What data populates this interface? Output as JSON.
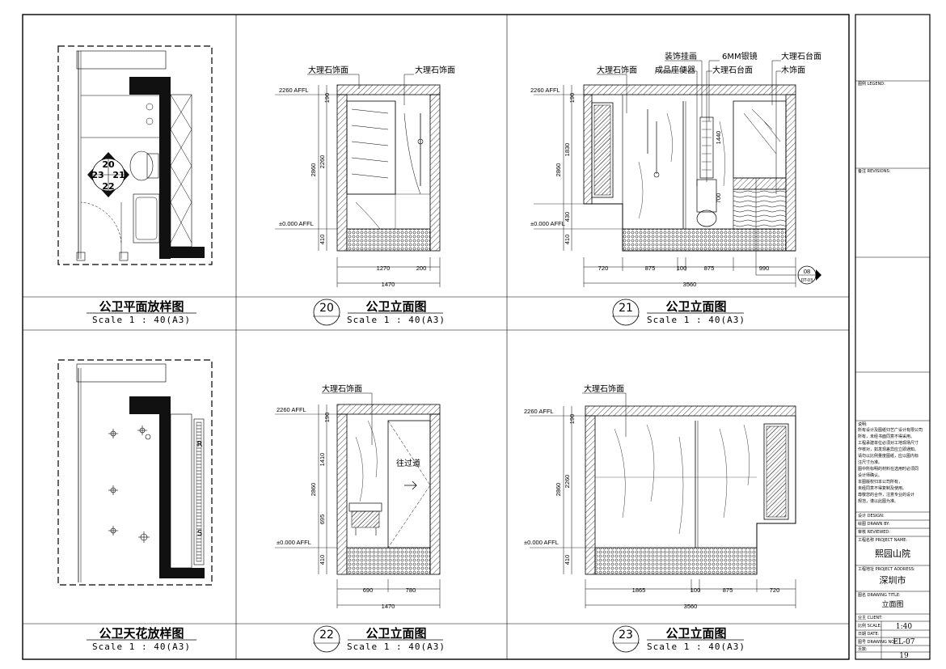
{
  "panels": {
    "p1": {
      "title": "公卫平面放样图",
      "scale": "Scale 1 : 40(A3)",
      "tags": [
        "20",
        "21",
        "22",
        "23"
      ]
    },
    "p2": {
      "title": "公卫立面图",
      "scale": "Scale 1 : 40(A3)",
      "num": "20"
    },
    "p3": {
      "title": "公卫立面图",
      "scale": "Scale 1 : 40(A3)",
      "num": "21"
    },
    "p4": {
      "title": "公卫天花放样图",
      "scale": "Scale 1 : 40(A3)"
    },
    "p5": {
      "title": "公卫立面图",
      "scale": "Scale 1 : 40(A3)",
      "num": "22"
    },
    "p6": {
      "title": "公卫立面图",
      "scale": "Scale 1 : 40(A3)",
      "num": "23"
    }
  },
  "labels": {
    "marble_wall": "大理石饰面",
    "deco_painting": "装饰挂画",
    "toilet": "成品座便器",
    "mirror": "6MM银镜",
    "marble_counter": "大理石台面",
    "wood_finish": "木饰面",
    "to_passage": "往过道",
    "ceiling_marks": [
      "R",
      "S"
    ]
  },
  "levels": {
    "top": "2260 AFFL",
    "base": "±0.000 AFFL"
  },
  "dims": {
    "p2_v": [
      "190",
      "2260",
      "2860",
      "410"
    ],
    "p2_h": [
      "1270",
      "200",
      "1470"
    ],
    "p3_v": [
      "190",
      "1830",
      "2860",
      "430",
      "410"
    ],
    "p3_h": [
      "720",
      "875",
      "100",
      "875",
      "990",
      "3560"
    ],
    "p3_inner": [
      "1440",
      "700"
    ],
    "p5_v": [
      "190",
      "1410",
      "2860",
      "695",
      "410"
    ],
    "p5_h": [
      "690",
      "780",
      "1470"
    ],
    "p6_v": [
      "190",
      "2260",
      "2860",
      "410"
    ],
    "p6_h": [
      "1865",
      "100",
      "875",
      "720",
      "3560"
    ]
  },
  "section_ref": {
    "top": "08",
    "bottom": "DT-03"
  },
  "title_block": {
    "logo_label": "图例 LEGEND:",
    "revision_label": "备注 REVISIONS:",
    "notes_label": "说明:",
    "notes": [
      "所有设计及图纸归艺广设计有限公司",
      "所有，未经书面同意不得采用。",
      "工程承建单位必须对工地现场尺寸",
      "作核对，如发现差异应立即通知。",
      "请勿以比例量度图纸，应以图内标",
      "注尺寸为准。",
      "图中所标明的材料在选用时必须同",
      "设计师确认。",
      "本图版权归本公司所有，",
      "未经同意不得复制及使用。",
      "尊敬您的合作，注意专业的设计",
      "规范，谨以此图为准。"
    ],
    "design_label": "设计 DESIGN:",
    "drawn_label": "绘图 DRAWN BY:",
    "review_label": "审核 REVIEWED:",
    "project_label": "工程名称 PROJECT NAME:",
    "project": "熙园山院",
    "address_label": "工程地址 PROJECT ADDRESS:",
    "address": "深圳市",
    "drawing_title_label": "图名 DRAWING TITLE:",
    "drawing_title": "立面图",
    "client_label": "业主 CLIENT:",
    "scale_label": "比例 SCALE:",
    "scale": "1:40",
    "date_label": "日期 DATE:",
    "drawing_no_label": "图号 DRAWING NO:",
    "drawing_no": "EL-07",
    "page_label": "页数:",
    "page": "19"
  }
}
